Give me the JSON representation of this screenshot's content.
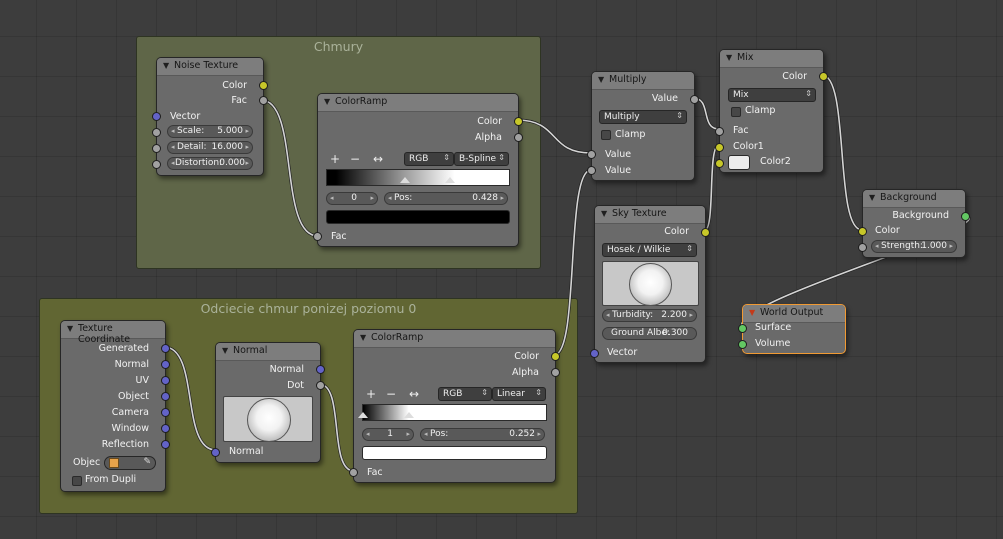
{
  "frames": {
    "chmury": {
      "title": "Chmury",
      "color": "#5f6648"
    },
    "odciecie": {
      "title": "Odciecie chmur ponizej poziomu 0",
      "color": "#616633"
    }
  },
  "noise_texture": {
    "title": "Noise Texture",
    "out_color": "Color",
    "out_fac": "Fac",
    "in_vector": "Vector",
    "scale_label": "Scale:",
    "scale_value": "5.000",
    "detail_label": "Detail:",
    "detail_value": "16.000",
    "distortion_label": "Distortion:",
    "distortion_value": "0.000"
  },
  "colorramp1": {
    "title": "ColorRamp",
    "out_color": "Color",
    "out_alpha": "Alpha",
    "plus": "+",
    "minus": "−",
    "flip": "↔",
    "color_mode": "RGB",
    "interp": "B-Spline",
    "index": "0",
    "pos_label": "Pos:",
    "pos_value": "0.428",
    "in_fac": "Fac",
    "swatch_color": "#000000"
  },
  "texture_coordinate": {
    "title": "Texture Coordinate",
    "outputs": [
      "Generated",
      "Normal",
      "UV",
      "Object",
      "Camera",
      "Window",
      "Reflection"
    ],
    "object_label": "Objec",
    "from_dupli": "From Dupli"
  },
  "normal_node": {
    "title": "Normal",
    "out_normal": "Normal",
    "out_dot": "Dot",
    "in_normal": "Normal"
  },
  "colorramp2": {
    "title": "ColorRamp",
    "out_color": "Color",
    "out_alpha": "Alpha",
    "plus": "+",
    "minus": "−",
    "flip": "↔",
    "color_mode": "RGB",
    "interp": "Linear",
    "index": "1",
    "pos_label": "Pos:",
    "pos_value": "0.252",
    "in_fac": "Fac",
    "swatch_color": "#ffffff"
  },
  "multiply": {
    "title": "Multiply",
    "out_value": "Value",
    "operation": "Multiply",
    "clamp": "Clamp",
    "in_value1": "Value",
    "in_value2": "Value"
  },
  "sky_texture": {
    "title": "Sky Texture",
    "out_color": "Color",
    "sky_type": "Hosek / Wilkie",
    "turbidity_label": "Turbidity:",
    "turbidity_value": "2.200",
    "albedo_label": "Ground Albe:",
    "albedo_value": "0.300",
    "in_vector": "Vector"
  },
  "mix": {
    "title": "Mix",
    "out_color": "Color",
    "blend": "Mix",
    "clamp": "Clamp",
    "in_fac": "Fac",
    "in_color1": "Color1",
    "in_color2": "Color2"
  },
  "background": {
    "title": "Background",
    "out_background": "Background",
    "in_color": "Color",
    "strength_label": "Strength:",
    "strength_value": "1.000"
  },
  "world_output": {
    "title": "World Output",
    "in_surface": "Surface",
    "in_volume": "Volume"
  }
}
